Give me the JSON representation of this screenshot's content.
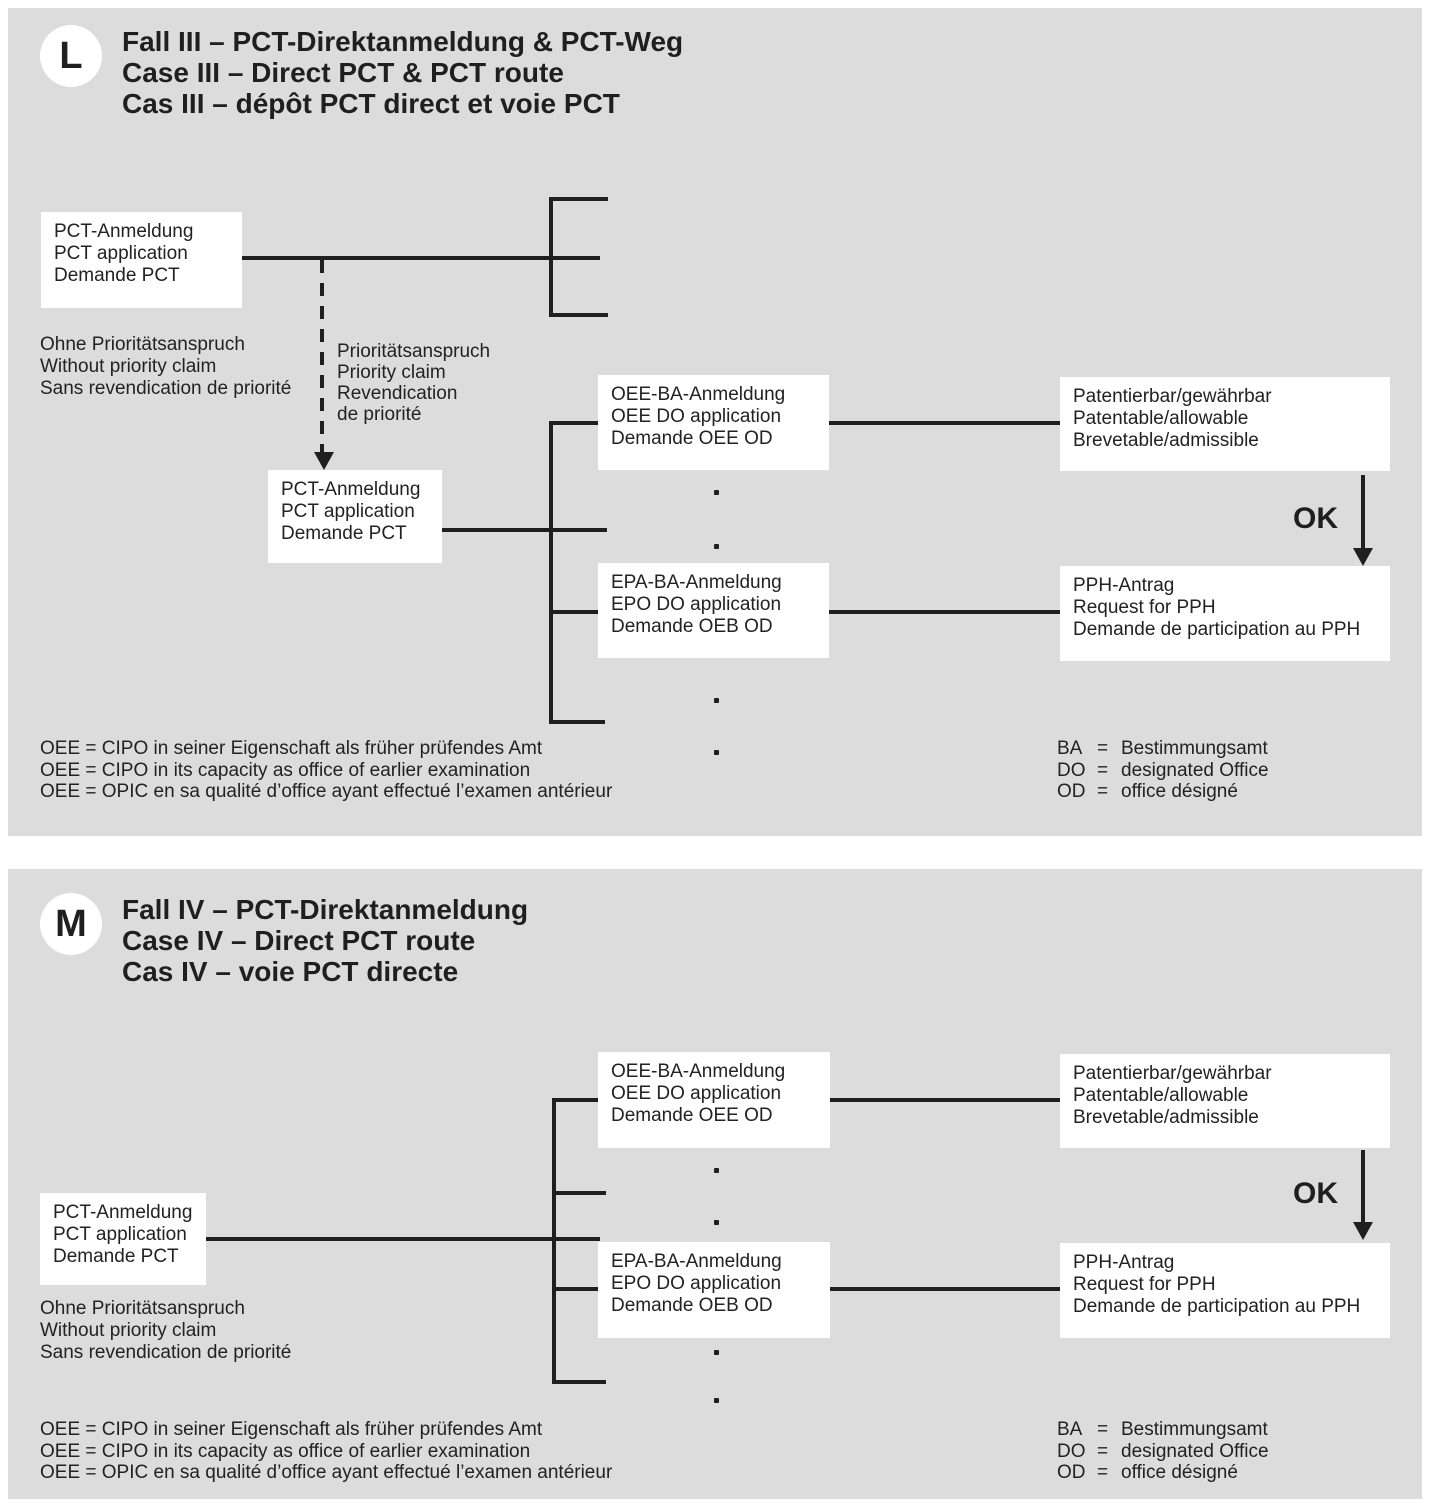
{
  "panel1": {
    "badge": "L",
    "title": [
      "Fall III – PCT-Direktanmeldung & PCT-Weg",
      "Case III – Direct PCT & PCT route",
      "Cas III – dépôt PCT direct et voie PCT"
    ]
  },
  "panel2": {
    "badge": "M",
    "title": [
      "Fall IV – PCT-Direktanmeldung",
      "Case IV – Direct PCT route",
      "Cas IV – voie PCT directe"
    ]
  },
  "labels": {
    "pct_box": [
      "PCT-Anmeldung",
      "PCT application",
      "Demande PCT"
    ],
    "no_priority": [
      "Ohne Prioritätsanspruch",
      "Without priority claim",
      "Sans revendication de priorité"
    ],
    "priority_claim": [
      "Prioritätsanspruch",
      "Priority claim",
      "Revendication",
      "de priorité"
    ],
    "oee_box": [
      "OEE-BA-Anmeldung",
      "OEE DO application",
      "Demande OEE OD"
    ],
    "epa_box": [
      "EPA-BA-Anmeldung",
      "EPO DO application",
      "Demande OEB OD"
    ],
    "patentable_box": [
      "Patentierbar/gewährbar",
      "Patentable/allowable",
      "Brevetable/admissible"
    ],
    "pph_box": [
      "PPH-Antrag",
      "Request for PPH",
      "Demande de participation au PPH"
    ],
    "ok": "OK"
  },
  "footnotes": [
    "OEE = CIPO in seiner Eigenschaft als früher prüfendes Amt",
    "OEE = CIPO in its capacity as office of earlier examination",
    "OEE = OPIC en sa qualité d’office ayant effectué l’examen antérieur"
  ],
  "legend": [
    {
      "abbr": "BA",
      "eq": "=",
      "label": "Bestimmungsamt"
    },
    {
      "abbr": "DO",
      "eq": "=",
      "label": "designated Office"
    },
    {
      "abbr": "OD",
      "eq": "=",
      "label": "office désigné"
    }
  ],
  "colors": {
    "panel_bg": "#dcdcdc",
    "box_bg": "#ffffff",
    "line": "#1f1f1f",
    "text": "#222222"
  }
}
